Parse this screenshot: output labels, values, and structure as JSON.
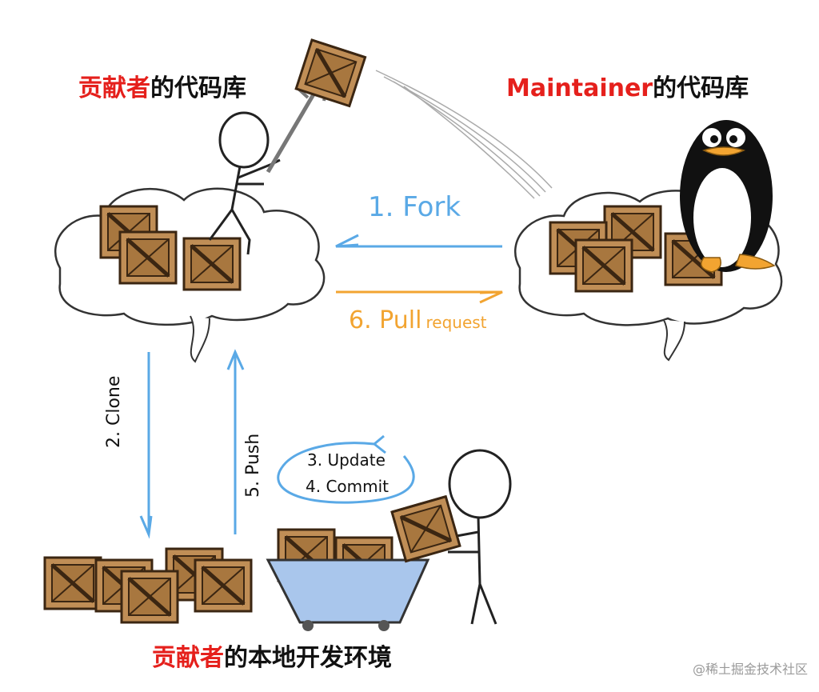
{
  "labels": {
    "contributor_repo_highlight": "贡献者",
    "contributor_repo_rest": "的代码库",
    "maintainer_repo_highlight": "Maintainer",
    "maintainer_repo_rest": "的代码库",
    "local_env_highlight": "贡献者",
    "local_env_rest": "的本地开发环境"
  },
  "steps": {
    "fork": "1. Fork",
    "clone": "2. Clone",
    "update": "3. Update",
    "commit": "4. Commit",
    "push": "5. Push",
    "pull_request_main": "6. Pull",
    "pull_request_sub": "request"
  },
  "watermark": "@稀土掘金技术社区",
  "colors": {
    "highlight": "#e5201c",
    "fork_arrow": "#5aa9e6",
    "pull_arrow": "#f2a431",
    "crate": "#b8864f",
    "crate_dark": "#5b3b1c",
    "cart": "#a9c6ec"
  }
}
